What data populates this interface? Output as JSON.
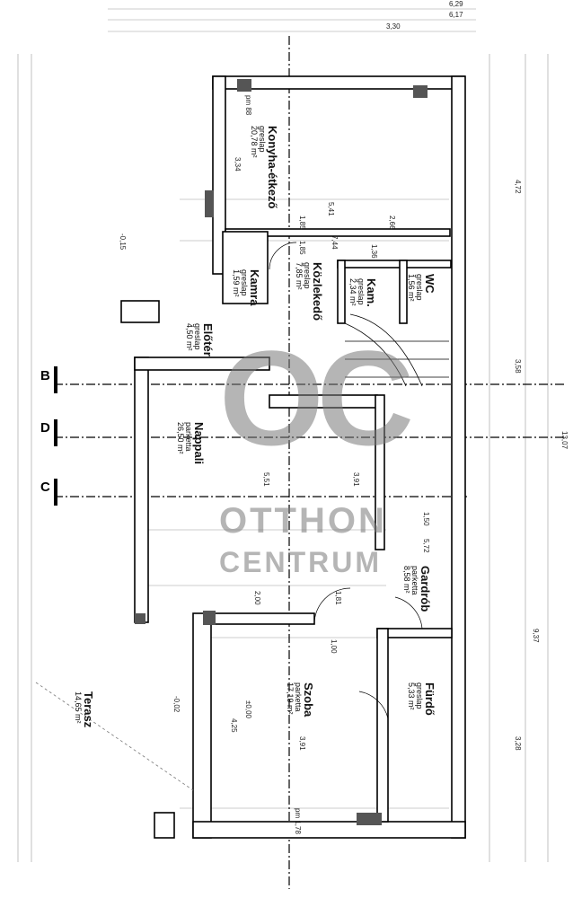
{
  "rooms": [
    {
      "name": "Konyha-étkező",
      "floor": "greslap",
      "area": "20,78 m²"
    },
    {
      "name": "Kamra",
      "floor": "greslap",
      "area": "1,59 m²"
    },
    {
      "name": "Előtér",
      "floor": "greslap",
      "area": "4,50 m²"
    },
    {
      "name": "Közlekedő",
      "floor": "greslap",
      "area": "7,85 m²"
    },
    {
      "name": "Kam.",
      "floor": "greslap",
      "area": "2,34 m²"
    },
    {
      "name": "WC",
      "floor": "greslap",
      "area": "1,56 m²"
    },
    {
      "name": "Nappali",
      "floor": "parketta",
      "area": "26,50 m²"
    },
    {
      "name": "Gardrób",
      "floor": "parketta",
      "area": "8,58 m²"
    },
    {
      "name": "Szoba",
      "floor": "parketta",
      "area": "17,19 m²"
    },
    {
      "name": "Fürdő",
      "floor": "greslap",
      "area": "5,33 m²"
    },
    {
      "name": "Terasz",
      "floor": "",
      "area": "14,65 m²"
    }
  ],
  "sections": [
    "B",
    "D",
    "C"
  ],
  "dimensions": [
    "3,34",
    "5,41",
    "1,85",
    "1,85",
    "7,44",
    "2,66",
    "1,36",
    "5,51",
    "3,91",
    "2,00",
    "1,81",
    "1,00",
    "5,72",
    "1,50",
    "4,25",
    "3,91",
    "pm 88",
    "pm 1,78",
    "±0,00",
    "-0,15",
    "-0,02",
    "13,07",
    "9,37",
    "4,72",
    "3,58",
    "3,28",
    "6,29",
    "6,17",
    "3,30"
  ],
  "watermark": {
    "logo": "OC",
    "line1": "OTTHON",
    "line2": "CENTRUM"
  }
}
